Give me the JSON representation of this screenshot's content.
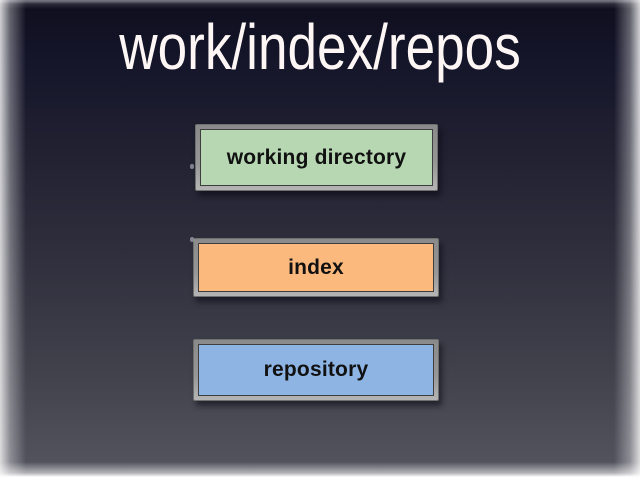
{
  "slide": {
    "title": "work/index/repos"
  },
  "boxes": [
    {
      "id": "working-directory",
      "label": "working directory",
      "fill": "#b6d7b2"
    },
    {
      "id": "index",
      "label": "index",
      "fill": "#fcb97d"
    },
    {
      "id": "repository",
      "label": "repository",
      "fill": "#8db4e3"
    }
  ],
  "colors": {
    "background_top": "#0e0e1d",
    "background_bottom": "#565661",
    "box_frame": "#919191",
    "box_inner_line": "#3e3e3e",
    "box_text": "#111111",
    "title_text": "#fdf6f5",
    "edge_glow": "#ffffff"
  }
}
